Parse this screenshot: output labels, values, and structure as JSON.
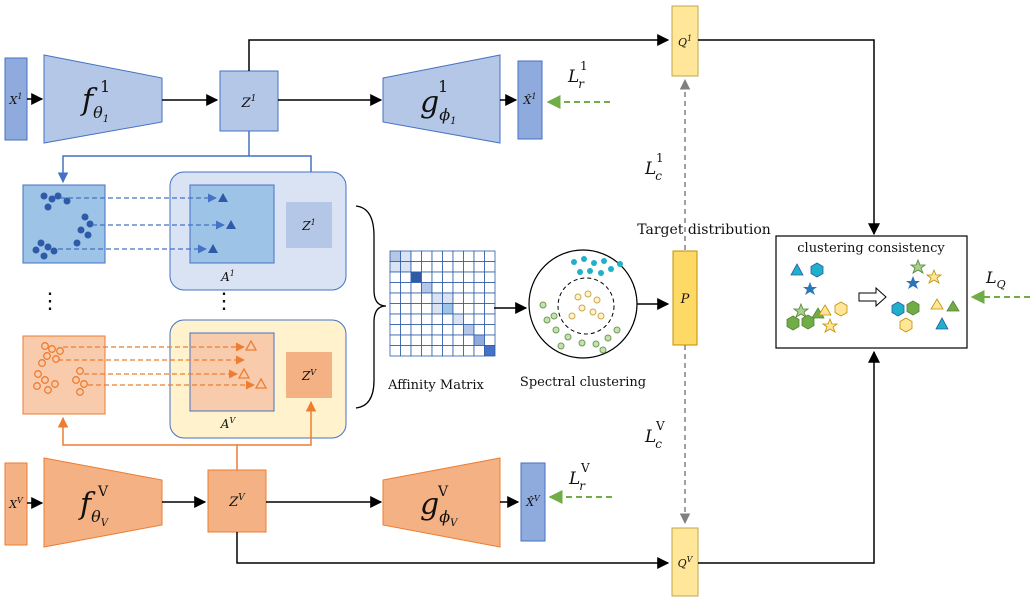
{
  "view1": {
    "input": "X",
    "input_sup": "1",
    "encoder": "f",
    "encoder_sub": "θ",
    "encoder_subsub": "1",
    "encoder_sup": "1",
    "latent": "Z",
    "latent_sup": "1",
    "decoder": "g",
    "decoder_sub": "ϕ",
    "decoder_subsub": "1",
    "decoder_sup": "1",
    "recon": "X̂",
    "recon_sup": "1",
    "recon_loss": "L",
    "recon_loss_sub": "r",
    "recon_loss_sup": "1",
    "q": "Q",
    "q_sup": "1",
    "cluster_loss": "L",
    "cluster_loss_sub": "c",
    "cluster_loss_sup": "1",
    "affinity": "A",
    "affinity_sup": "1",
    "latent_small": "Z",
    "latent_small_sup": "1"
  },
  "viewV": {
    "input": "X",
    "input_sup": "V",
    "encoder": "f",
    "encoder_sub": "θ",
    "encoder_subsub": "V",
    "encoder_sup": "V",
    "latent": "Z",
    "latent_sup": "V",
    "decoder": "g",
    "decoder_sub": "ϕ",
    "decoder_subsub": "V",
    "decoder_sup": "V",
    "recon": "X̂",
    "recon_sup": "V",
    "recon_loss": "L",
    "recon_loss_sub": "r",
    "recon_loss_sup": "V",
    "q": "Q",
    "q_sup": "V",
    "cluster_loss": "L",
    "cluster_loss_sub": "c",
    "cluster_loss_sup": "V",
    "affinity": "A",
    "affinity_sup": "V",
    "latent_small": "Z",
    "latent_small_sup": "V"
  },
  "center": {
    "target_label": "Target  distribution",
    "p": "P",
    "affinity_caption": "Affinity Matrix",
    "spectral_caption": "Spectral clustering",
    "ellipsis": "⋮"
  },
  "consistency": {
    "title": "clustering consistency",
    "loss": "L",
    "loss_sub": "Q"
  },
  "colors": {
    "blue_fill": "#b4c7e7",
    "blue_dark": "#8faadc",
    "blue_stroke": "#4472c4",
    "orange_fill": "#f4b183",
    "orange_stroke": "#ed7d31",
    "yellow": "#ffe699",
    "green_dash": "#70ad47"
  }
}
